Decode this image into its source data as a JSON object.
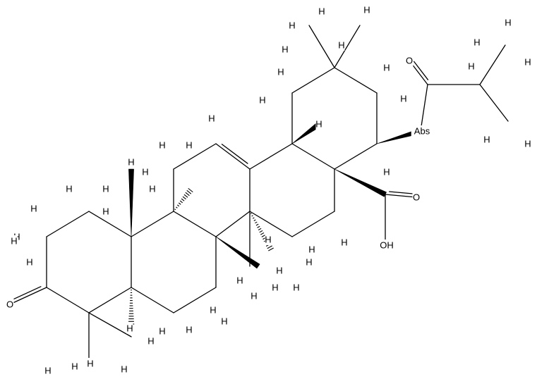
{
  "atom_labels": {
    "O": "O",
    "H": "H",
    "OH": "OH",
    "Abs": "Abs"
  }
}
